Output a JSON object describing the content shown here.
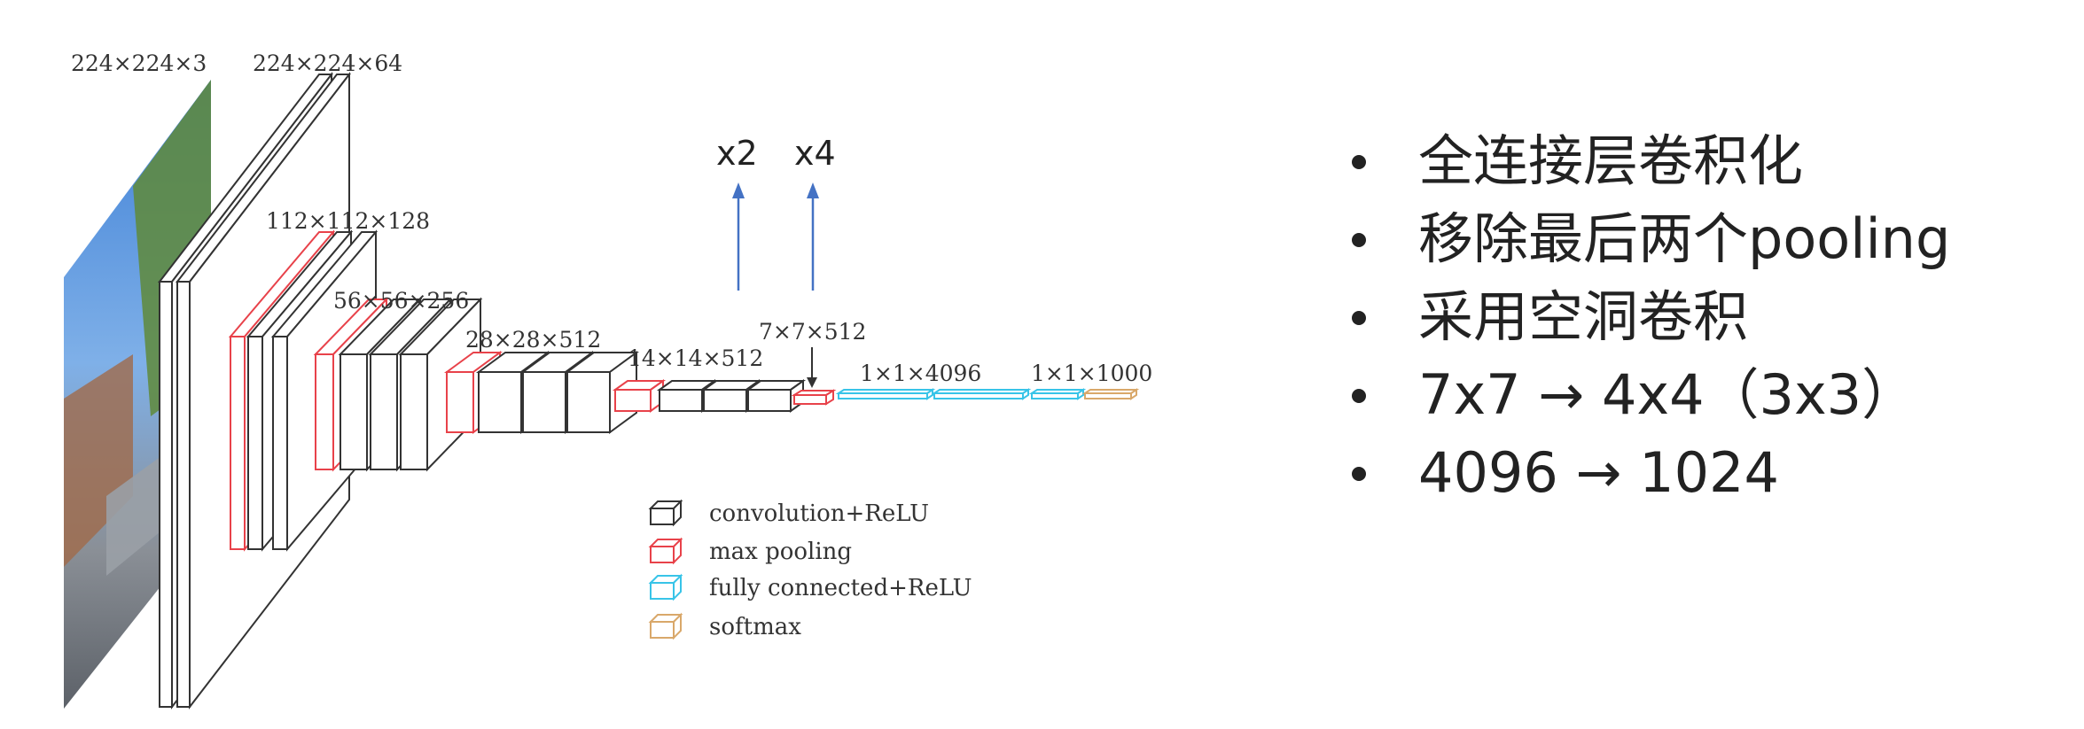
{
  "diagram": {
    "image_label": "224×224×3",
    "stage_labels": [
      "224×224×64",
      "112×112×128",
      "56×56×256",
      "28×28×512",
      "14×14×512",
      "7×7×512",
      "1×1×4096",
      "1×1×1000"
    ],
    "arrow_labels": [
      "x2",
      "x4"
    ],
    "legend": [
      {
        "label": "convolution+ReLU",
        "color": "#333333"
      },
      {
        "label": "max pooling",
        "color": "#e8424a"
      },
      {
        "label": "fully connected+ReLU",
        "color": "#38c4e8"
      },
      {
        "label": "softmax",
        "color": "#d9a86a"
      }
    ],
    "colors": {
      "conv": "#333333",
      "pool": "#e8424a",
      "fc": "#38c4e8",
      "softmax": "#d9a86a",
      "arrow": "#4472c4"
    }
  },
  "bullets": [
    "全连接层卷积化",
    "移除最后两个pooling",
    "采用空洞卷积",
    "7x7 → 4x4（3x3）",
    "4096 → 1024"
  ]
}
